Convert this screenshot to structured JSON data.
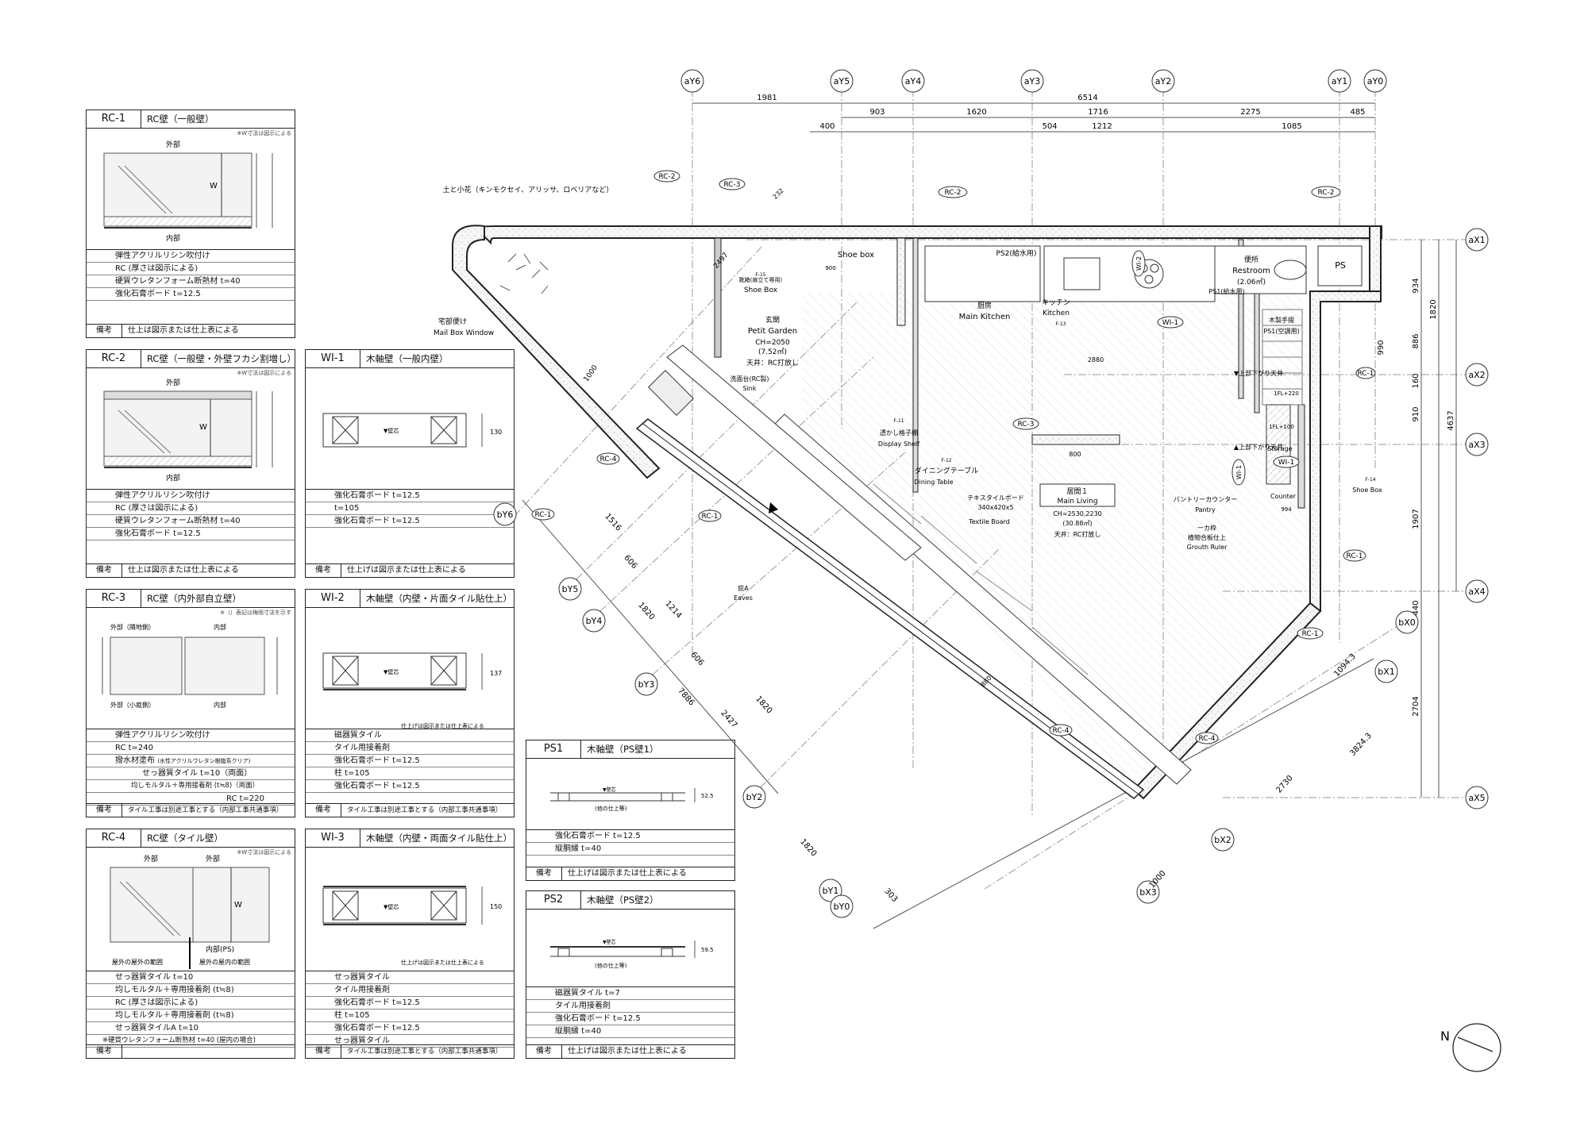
{
  "panels": {
    "rc1": {
      "id": "RC-1",
      "title": "RC壁（一般壁）",
      "note": "※W寸法は図示による",
      "lbl_top": "外部",
      "lbl_bottom": "内部",
      "dim": "W",
      "specs": [
        "弾性アクリルリシン吹付け",
        "RC (厚さは図示による)",
        "硬質ウレタンフォーム断熱材 t=40",
        "強化石膏ボード t=12.5"
      ],
      "foot_label": "備考",
      "foot": "仕上は図示または仕上表による"
    },
    "rc2": {
      "id": "RC-2",
      "title": "RC壁（一般壁・外壁フカシ割増し）",
      "note": "※W寸法は図示による",
      "lbl_top": "外部",
      "lbl_bottom": "内部",
      "dim": "W",
      "specs": [
        "弾性アクリルリシン吹付け",
        "RC (厚さは図示による)",
        "硬質ウレタンフォーム断熱材 t=40",
        "強化石膏ボード t=12.5"
      ],
      "foot_label": "備考",
      "foot": "仕上は図示または仕上表による"
    },
    "rc3": {
      "id": "RC-3",
      "title": "RC壁（内外部自立壁）",
      "note": "※（）表記は梅雨寸法を示す",
      "lbl_a": "外部（隣地側）",
      "lbl_b": "内部",
      "lbl_c": "外部（小庭側）",
      "lbl_d": "内部",
      "specs": [
        "弾性アクリルリシン吹付け",
        "RC t=240",
        "撥水材塗布",
        "せっ器質タイル t=10（両面）",
        "均しモルタル＋専用接着剤 (t≒8)（両面）",
        "RC t=220"
      ],
      "spec3_note": "(水性アクリルウレタン樹脂系クリア)",
      "foot_label": "備考",
      "foot": "タイル工事は別途工事とする（内部工事共通事項）"
    },
    "rc4": {
      "id": "RC-4",
      "title": "RC壁（タイル壁）",
      "note": "※W寸法は図示による",
      "lbl_a": "外部",
      "lbl_b": "外部",
      "lbl_c": "内部(PS)",
      "dim": "W",
      "arrow_l": "屋外の屋外の範囲",
      "arrow_r": "屋外の屋内の範囲",
      "specs": [
        "せっ器質タイル t=10",
        "均しモルタル＋専用接着剤 (t≒8)",
        "RC (厚さは図示による)",
        "均しモルタル＋専用接着剤 (t≒8)",
        "せっ器質タイルA t=10",
        "※硬質ウレタンフォーム断熱材 t=40 (屋内の場合)"
      ],
      "foot_label": "備考",
      "foot": ""
    },
    "wi1": {
      "id": "WI-1",
      "title": "木軸壁（一般内壁）",
      "core": "▼壁芯",
      "dim": "130",
      "specs": [
        "強化石膏ボード t=12.5",
        "t=105",
        "強化石膏ボード t=12.5"
      ],
      "foot_label": "備考",
      "foot": "仕上げは図示または仕上表による"
    },
    "wi2": {
      "id": "WI-2",
      "title": "木軸壁（内壁・片面タイル貼仕上）",
      "core": "▼壁芯",
      "dim": "137",
      "side_note": "仕上げは図示または仕上表による",
      "specs": [
        "磁器質タイル",
        "タイル用接着剤",
        "強化石膏ボード t=12.5",
        "柱 t=105",
        "強化石膏ボード t=12.5"
      ],
      "foot_label": "備考",
      "foot": "タイル工事は別途工事とする（内部工事共通事項）"
    },
    "wi3": {
      "id": "WI-3",
      "title": "木軸壁（内壁・両面タイル貼仕上）",
      "core": "▼壁芯",
      "dim": "150",
      "side_note": "仕上げは図示または仕上表による",
      "specs": [
        "せっ器質タイル",
        "タイル用接着剤",
        "強化石膏ボード t=12.5",
        "柱 t=105",
        "強化石膏ボード t=12.5",
        "せっ器質タイル"
      ],
      "foot_label": "備考",
      "foot": "タイル工事は別途工事とする（内部工事共通事項）"
    },
    "ps1": {
      "id": "PS1",
      "title": "木軸壁（PS壁1）",
      "core": "▼壁芯",
      "dim": "52.5",
      "sub": "(他の仕上等)",
      "specs": [
        "強化石膏ボード t=12.5",
        "縦胴縁 t=40"
      ],
      "foot_label": "備考",
      "foot": "仕上げは図示または仕上表による"
    },
    "ps2": {
      "id": "PS2",
      "title": "木軸壁（PS壁2）",
      "core": "▼壁芯",
      "dim": "59.5",
      "sub": "(他の仕上等)",
      "specs": [
        "磁器質タイル t=7",
        "タイル用接着剤",
        "強化石膏ボード t=12.5",
        "縦胴縁 t=40"
      ],
      "foot_label": "備考",
      "foot": "仕上げは図示または仕上表による"
    }
  },
  "plan": {
    "grid_top": [
      "aY6",
      "aY5",
      "aY4",
      "aY3",
      "aY2",
      "aY1",
      "aY0"
    ],
    "grid_right": [
      "aX1",
      "aX2",
      "aX3",
      "aX4",
      "aX5"
    ],
    "grid_diag": [
      "bY6",
      "bY5",
      "bY4",
      "bY3",
      "bY2",
      "bY1",
      "bY0"
    ],
    "grid_diag2": [
      "bX0",
      "bX1",
      "bX2",
      "bX3"
    ],
    "dims_top_1": [
      "1981",
      "6514",
      "485"
    ],
    "dims_top_2": [
      "903",
      "1620",
      "1716",
      "2275"
    ],
    "dims_top_3": [
      "400",
      "504",
      "1212",
      "1085"
    ],
    "dims_right_1": [
      "934",
      "886",
      "160",
      "910",
      "1907",
      "440",
      "2704"
    ],
    "dims_right_2": [
      "1820",
      "4637",
      "990"
    ],
    "dims_diag": [
      "1516",
      "606",
      "1820",
      "1214",
      "606",
      "7886",
      "2427",
      "1820",
      "1820",
      "1000",
      "303"
    ],
    "dims_diag2": [
      "1094.3",
      "3824.3",
      "2730"
    ],
    "wall_tags": [
      "RC-2",
      "RC-3",
      "RC-2",
      "RC-2",
      "RC-3",
      "RC-4",
      "RC-4",
      "RC-1",
      "RC-1",
      "RC-1",
      "RC-1",
      "RC-4",
      "RC-1",
      "WI-1",
      "WI-1",
      "WI-2",
      "WI-1"
    ],
    "rooms": {
      "garden_plants": "土と小花（キンモクセイ、アリッサ、ロベリアなど）",
      "mailbox_jp": "宅部便け",
      "mailbox": "Mail Box Window",
      "shoebox_top": "Shoe box",
      "shoebox_jp": "靴箱(扉立て専用)",
      "shoebox_en": "Shoe Box",
      "entrance_jp": "玄関",
      "entrance_en": "Petit Garden",
      "entrance_ch": "CH=2050",
      "entrance_area": "(7.52㎡)",
      "entrance_ceil": "天井：RC打放し",
      "ps2": "PS2(給水用)",
      "kitchen_jp": "厨房",
      "kitchen_en": "Main Kitchen",
      "kitchen2_jp": "キッチン",
      "kitchen2_en": "Kitchen",
      "restroom_jp": "便所",
      "restroom_en": "Restroom",
      "restroom_area": "(2.06㎡)",
      "ps1": "PS1(給水用)",
      "ps1b": "PS1(空調用)",
      "handrail": "木製手摺",
      "ps": "PS",
      "void": "▼上部下がり天井",
      "void2": "▲上部下がり天井",
      "sink_jp": "洗面台(RC製)",
      "sink_en": "Sink",
      "shelf_jp": "透かし格子棚",
      "shelf_en": "Display Shelf",
      "table_jp": "ダイニングテーブル",
      "table_en": "Dining Table",
      "textile_jp": "テキスタイルボード",
      "textile_size": "340x420x5",
      "textile_en": "Textile Board",
      "living_jp": "居間１",
      "living_en": "Main Living",
      "living_ch": "CH=2530,2230",
      "living_area": "(30.88㎡)",
      "living_ceil": "天井：RC打放し",
      "pantry_jp": "パントリーカウンター",
      "pantry_en": "Pantry",
      "counter": "Counter",
      "growth_jp": "一カ枠",
      "growth_jp2": "植物合板仕上",
      "growth_en": "Grouth Ruler",
      "storage": "Storage",
      "shoebox2": "Shoe Box",
      "eaves_jp": "庇A",
      "eaves_en": "Eaves",
      "fl220": "1FL+220",
      "fl100": "1FL+100",
      "dim_2880": "2880",
      "dim_800": "800",
      "dim_994": "994",
      "dim_880": "880",
      "dim_900": "900",
      "dim_1000": "1000",
      "dim_2497": "2497",
      "dim_232": "232",
      "tag_f15": "F-15",
      "tag_f11": "F-11",
      "tag_f12": "F-12",
      "tag_f14": "F-14",
      "tag_f13": "F-13"
    }
  },
  "north_label": "N"
}
